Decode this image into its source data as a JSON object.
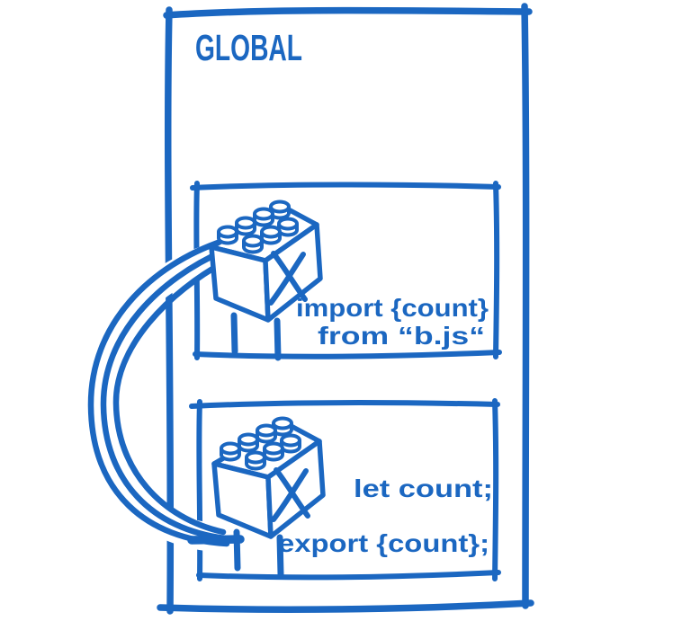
{
  "colors": {
    "ink_blue": "#1b67c1",
    "background": "#ffffff"
  },
  "diagram": {
    "global_scope": {
      "label": "GLOBAL"
    },
    "module_import": {
      "icon": "lego-brick",
      "code": [
        "import {count}",
        "from “b.js“"
      ]
    },
    "module_export": {
      "icon": "lego-brick",
      "code": [
        "let count;",
        "export {count};"
      ]
    },
    "connector": {
      "shape": "tube-arc"
    }
  }
}
